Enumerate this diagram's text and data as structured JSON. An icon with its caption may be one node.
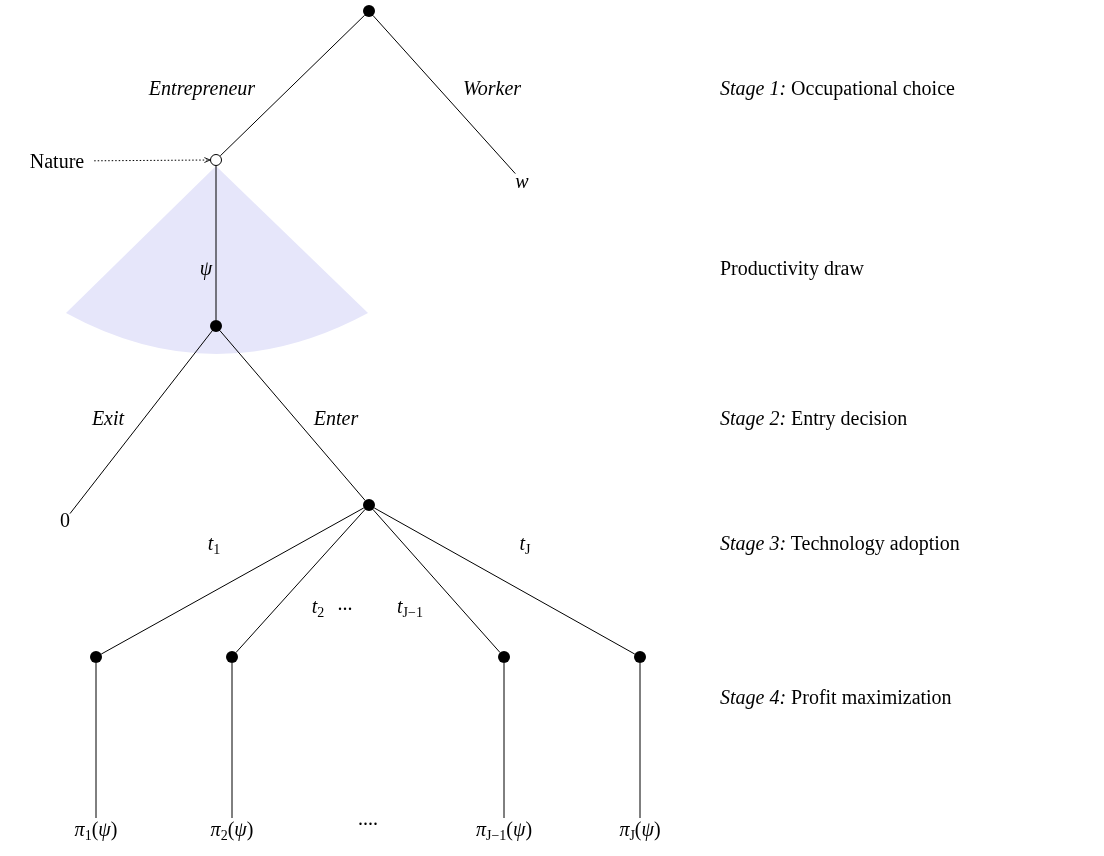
{
  "diagram": {
    "nodes": [
      {
        "text": [],
        "shape": "circle"
      },
      {
        "text": [],
        "shape": "circle"
      },
      {
        "text": [
          "w"
        ]
      },
      {
        "text": [
          "Nature"
        ]
      },
      {
        "text": [],
        "shape": "circle"
      },
      {
        "text": [
          "0"
        ]
      },
      {
        "text": [],
        "shape": "circle"
      },
      {
        "text": [],
        "shape": "circle"
      },
      {
        "text": [],
        "shape": "circle"
      },
      {
        "text": [],
        "shape": "circle"
      },
      {
        "text": [],
        "shape": "circle"
      },
      {
        "text": [
          "*π*$_{1}$(*ψ*)"
        ]
      },
      {
        "text": [
          "*π*$_{2}$(*ψ*)"
        ]
      },
      {
        "text": [
          "*π*$_{J−1}$(*ψ*)"
        ]
      },
      {
        "text": [
          "*π*$_{J}$(*ψ*)"
        ]
      }
    ],
    "edges": [
      {
        "from": 0,
        "to": 1,
        "arrow": "none",
        "label": "Entrepreneur"
      },
      {
        "from": 0,
        "to": 2,
        "arrow": "none",
        "label": "Worker"
      },
      {
        "from": 3,
        "to": 1,
        "arrow": "to",
        "style": "dashed"
      },
      {
        "from": 1,
        "to": 4,
        "arrow": "none",
        "label": "ψ"
      },
      {
        "from": 4,
        "to": 5,
        "arrow": "none",
        "label": "Exit"
      },
      {
        "from": 4,
        "to": 6,
        "arrow": "none",
        "label": "Enter"
      },
      {
        "from": 6,
        "to": 7,
        "arrow": "none",
        "label": "*t*$_{1}$"
      },
      {
        "from": 6,
        "to": 8,
        "arrow": "none",
        "label": "*t*$_{2}$"
      },
      {
        "from": 6,
        "to": 9,
        "arrow": "none",
        "label": "*t*$_{J−1}$"
      },
      {
        "from": 6,
        "to": 10,
        "arrow": "none",
        "label": "*t*$_{J}$"
      },
      {
        "from": 7,
        "to": 11,
        "arrow": "none"
      },
      {
        "from": 8,
        "to": 12,
        "arrow": "none"
      },
      {
        "from": 9,
        "to": 13,
        "arrow": "none"
      },
      {
        "from": 10,
        "to": 14,
        "arrow": "none"
      }
    ],
    "labels": [
      "*Stage 1:* Occupational choice",
      "Productivity draw",
      "*Stage 2:* Entry decision",
      "*Stage 3:* Technology adoption",
      "...",
      "*Stage 4:* Profit maximization",
      "...."
    ]
  }
}
